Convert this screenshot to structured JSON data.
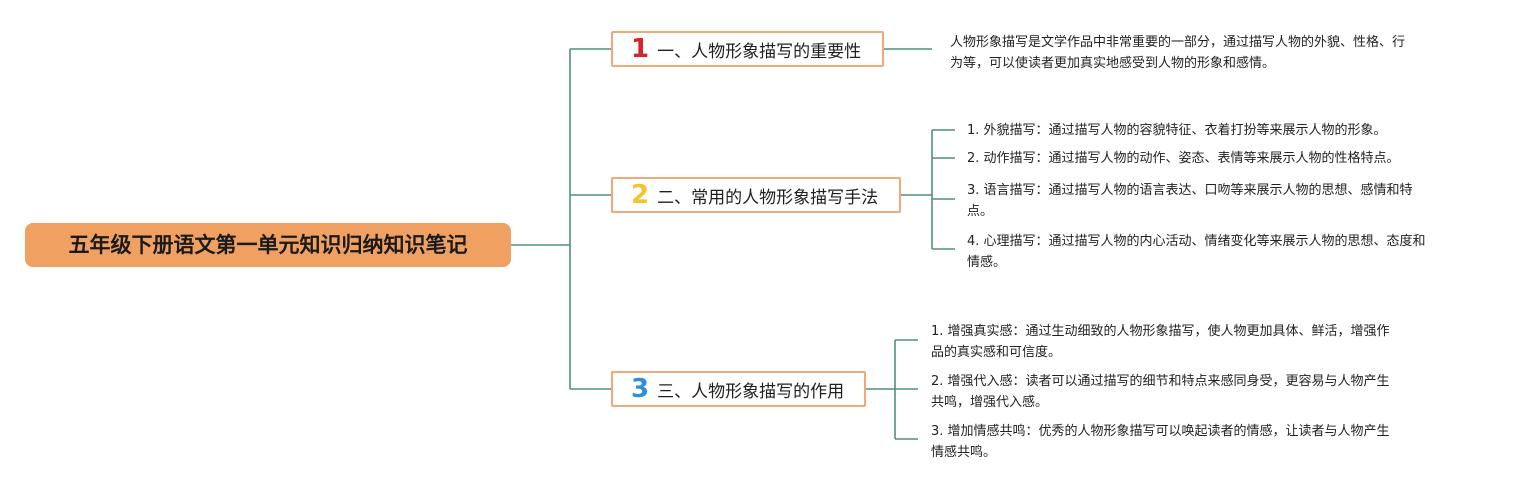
{
  "root": {
    "title": "五年级下册语文第一单元知识归纳知识笔记"
  },
  "colors": {
    "root_fill": "#f0a060",
    "branch_border": "#f2a97a",
    "line": "#4f8f7f",
    "num1": "#d8232a",
    "num2": "#f2c52e",
    "num3": "#2f8fd8"
  },
  "branches": [
    {
      "number": "1",
      "label": "一、人物形象描写的重要性",
      "leaves": [
        {
          "lines": [
            "人物形象描写是文学作品中非常重要的一部分，通过描写人物的外貌、性格、行",
            "为等，可以使读者更加真实地感受到人物的形象和感情。"
          ]
        }
      ]
    },
    {
      "number": "2",
      "label": "二、常用的人物形象描写手法",
      "leaves": [
        {
          "lines": [
            "1. 外貌描写：通过描写人物的容貌特征、衣着打扮等来展示人物的形象。"
          ]
        },
        {
          "lines": [
            "2. 动作描写：通过描写人物的动作、姿态、表情等来展示人物的性格特点。"
          ]
        },
        {
          "lines": [
            "3. 语言描写：通过描写人物的语言表达、口吻等来展示人物的思想、感情和特",
            "点。"
          ]
        },
        {
          "lines": [
            "4. 心理描写：通过描写人物的内心活动、情绪变化等来展示人物的思想、态度和",
            "情感。"
          ]
        }
      ]
    },
    {
      "number": "3",
      "label": "三、人物形象描写的作用",
      "leaves": [
        {
          "lines": [
            "1. 增强真实感：通过生动细致的人物形象描写，使人物更加具体、鲜活，增强作",
            "品的真实感和可信度。"
          ]
        },
        {
          "lines": [
            "2. 增强代入感：读者可以通过描写的细节和特点来感同身受，更容易与人物产生",
            "共鸣，增强代入感。"
          ]
        },
        {
          "lines": [
            "3. 增加情感共鸣：优秀的人物形象描写可以唤起读者的情感，让读者与人物产生",
            "情感共鸣。"
          ]
        }
      ]
    }
  ]
}
